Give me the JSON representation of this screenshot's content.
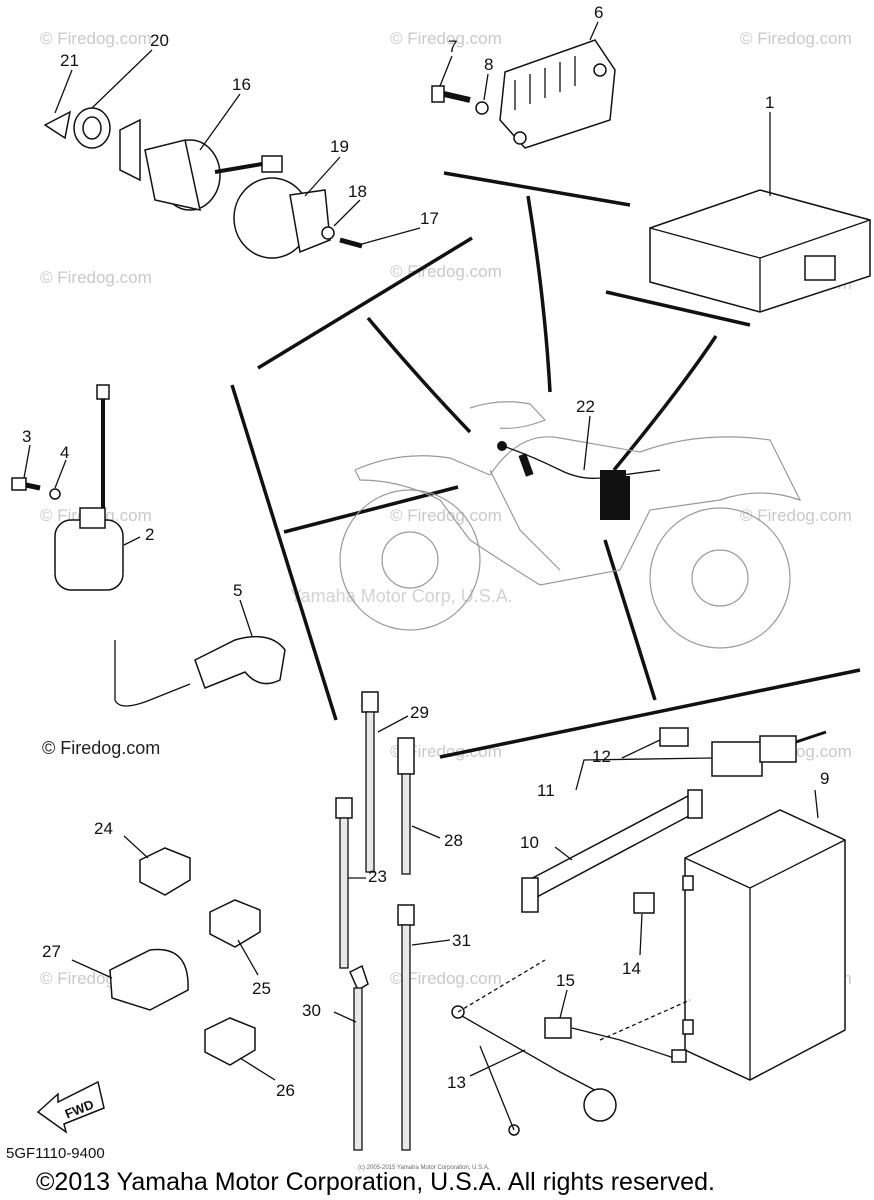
{
  "callouts": [
    {
      "num": "1"
    },
    {
      "num": "2"
    },
    {
      "num": "3"
    },
    {
      "num": "4"
    },
    {
      "num": "5"
    },
    {
      "num": "6"
    },
    {
      "num": "7"
    },
    {
      "num": "8"
    },
    {
      "num": "9"
    },
    {
      "num": "10"
    },
    {
      "num": "11"
    },
    {
      "num": "12"
    },
    {
      "num": "13"
    },
    {
      "num": "14"
    },
    {
      "num": "15"
    },
    {
      "num": "16"
    },
    {
      "num": "17"
    },
    {
      "num": "18"
    },
    {
      "num": "19"
    },
    {
      "num": "20"
    },
    {
      "num": "21"
    },
    {
      "num": "22"
    },
    {
      "num": "23"
    },
    {
      "num": "24"
    },
    {
      "num": "25"
    },
    {
      "num": "26"
    },
    {
      "num": "27"
    },
    {
      "num": "28"
    },
    {
      "num": "29"
    },
    {
      "num": "30"
    },
    {
      "num": "31"
    }
  ],
  "watermark": "© Firedog.com",
  "corp_watermark": "Yamaha Motor Corp, U.S.A.",
  "direction_label": "FWD",
  "part_code": "5GF1110-9400",
  "tiny_copyright": "(c) 2005-2015 Yamaha Motor Corporation, U.S.A.",
  "copyright": "©2013 Yamaha Motor Corporation, U.S.A. All rights reserved."
}
